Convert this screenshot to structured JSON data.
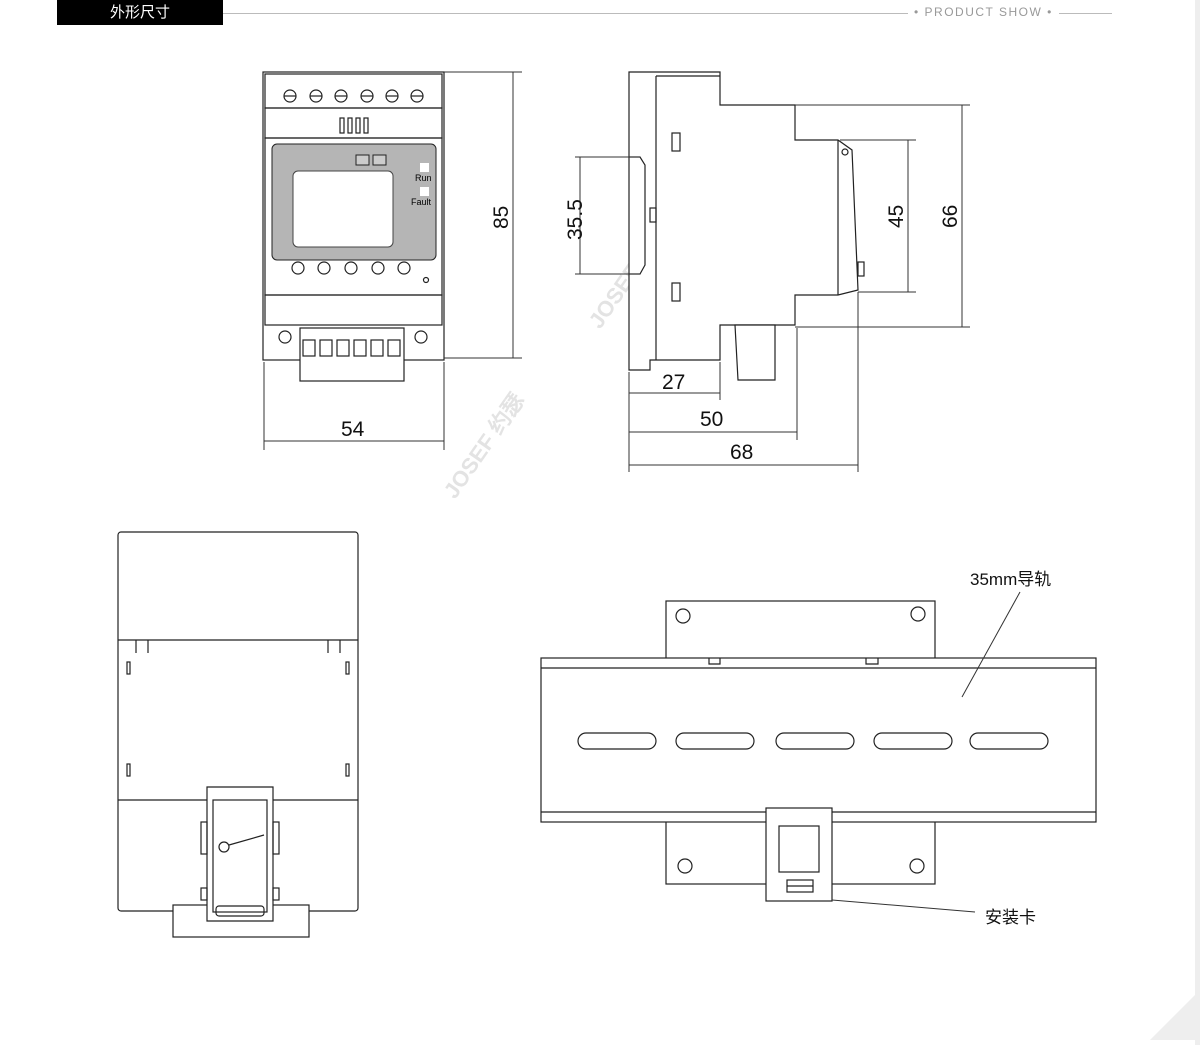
{
  "header": {
    "title": "外形尺寸",
    "right_label": "PRODUCT SHOW"
  },
  "front_view": {
    "led_labels": [
      "Run",
      "Fault"
    ],
    "dimensions": {
      "height": "85",
      "width": "54"
    }
  },
  "side_view": {
    "dimensions": {
      "clip": "35.5",
      "rail_inner": "45",
      "rail_outer": "66",
      "depth_front": "27",
      "depth_mid": "50",
      "depth_total": "68"
    }
  },
  "rail_view": {
    "rail_label": "35mm导轨",
    "clip_label": "安装卡"
  },
  "watermark": "JOSEF 约瑟"
}
